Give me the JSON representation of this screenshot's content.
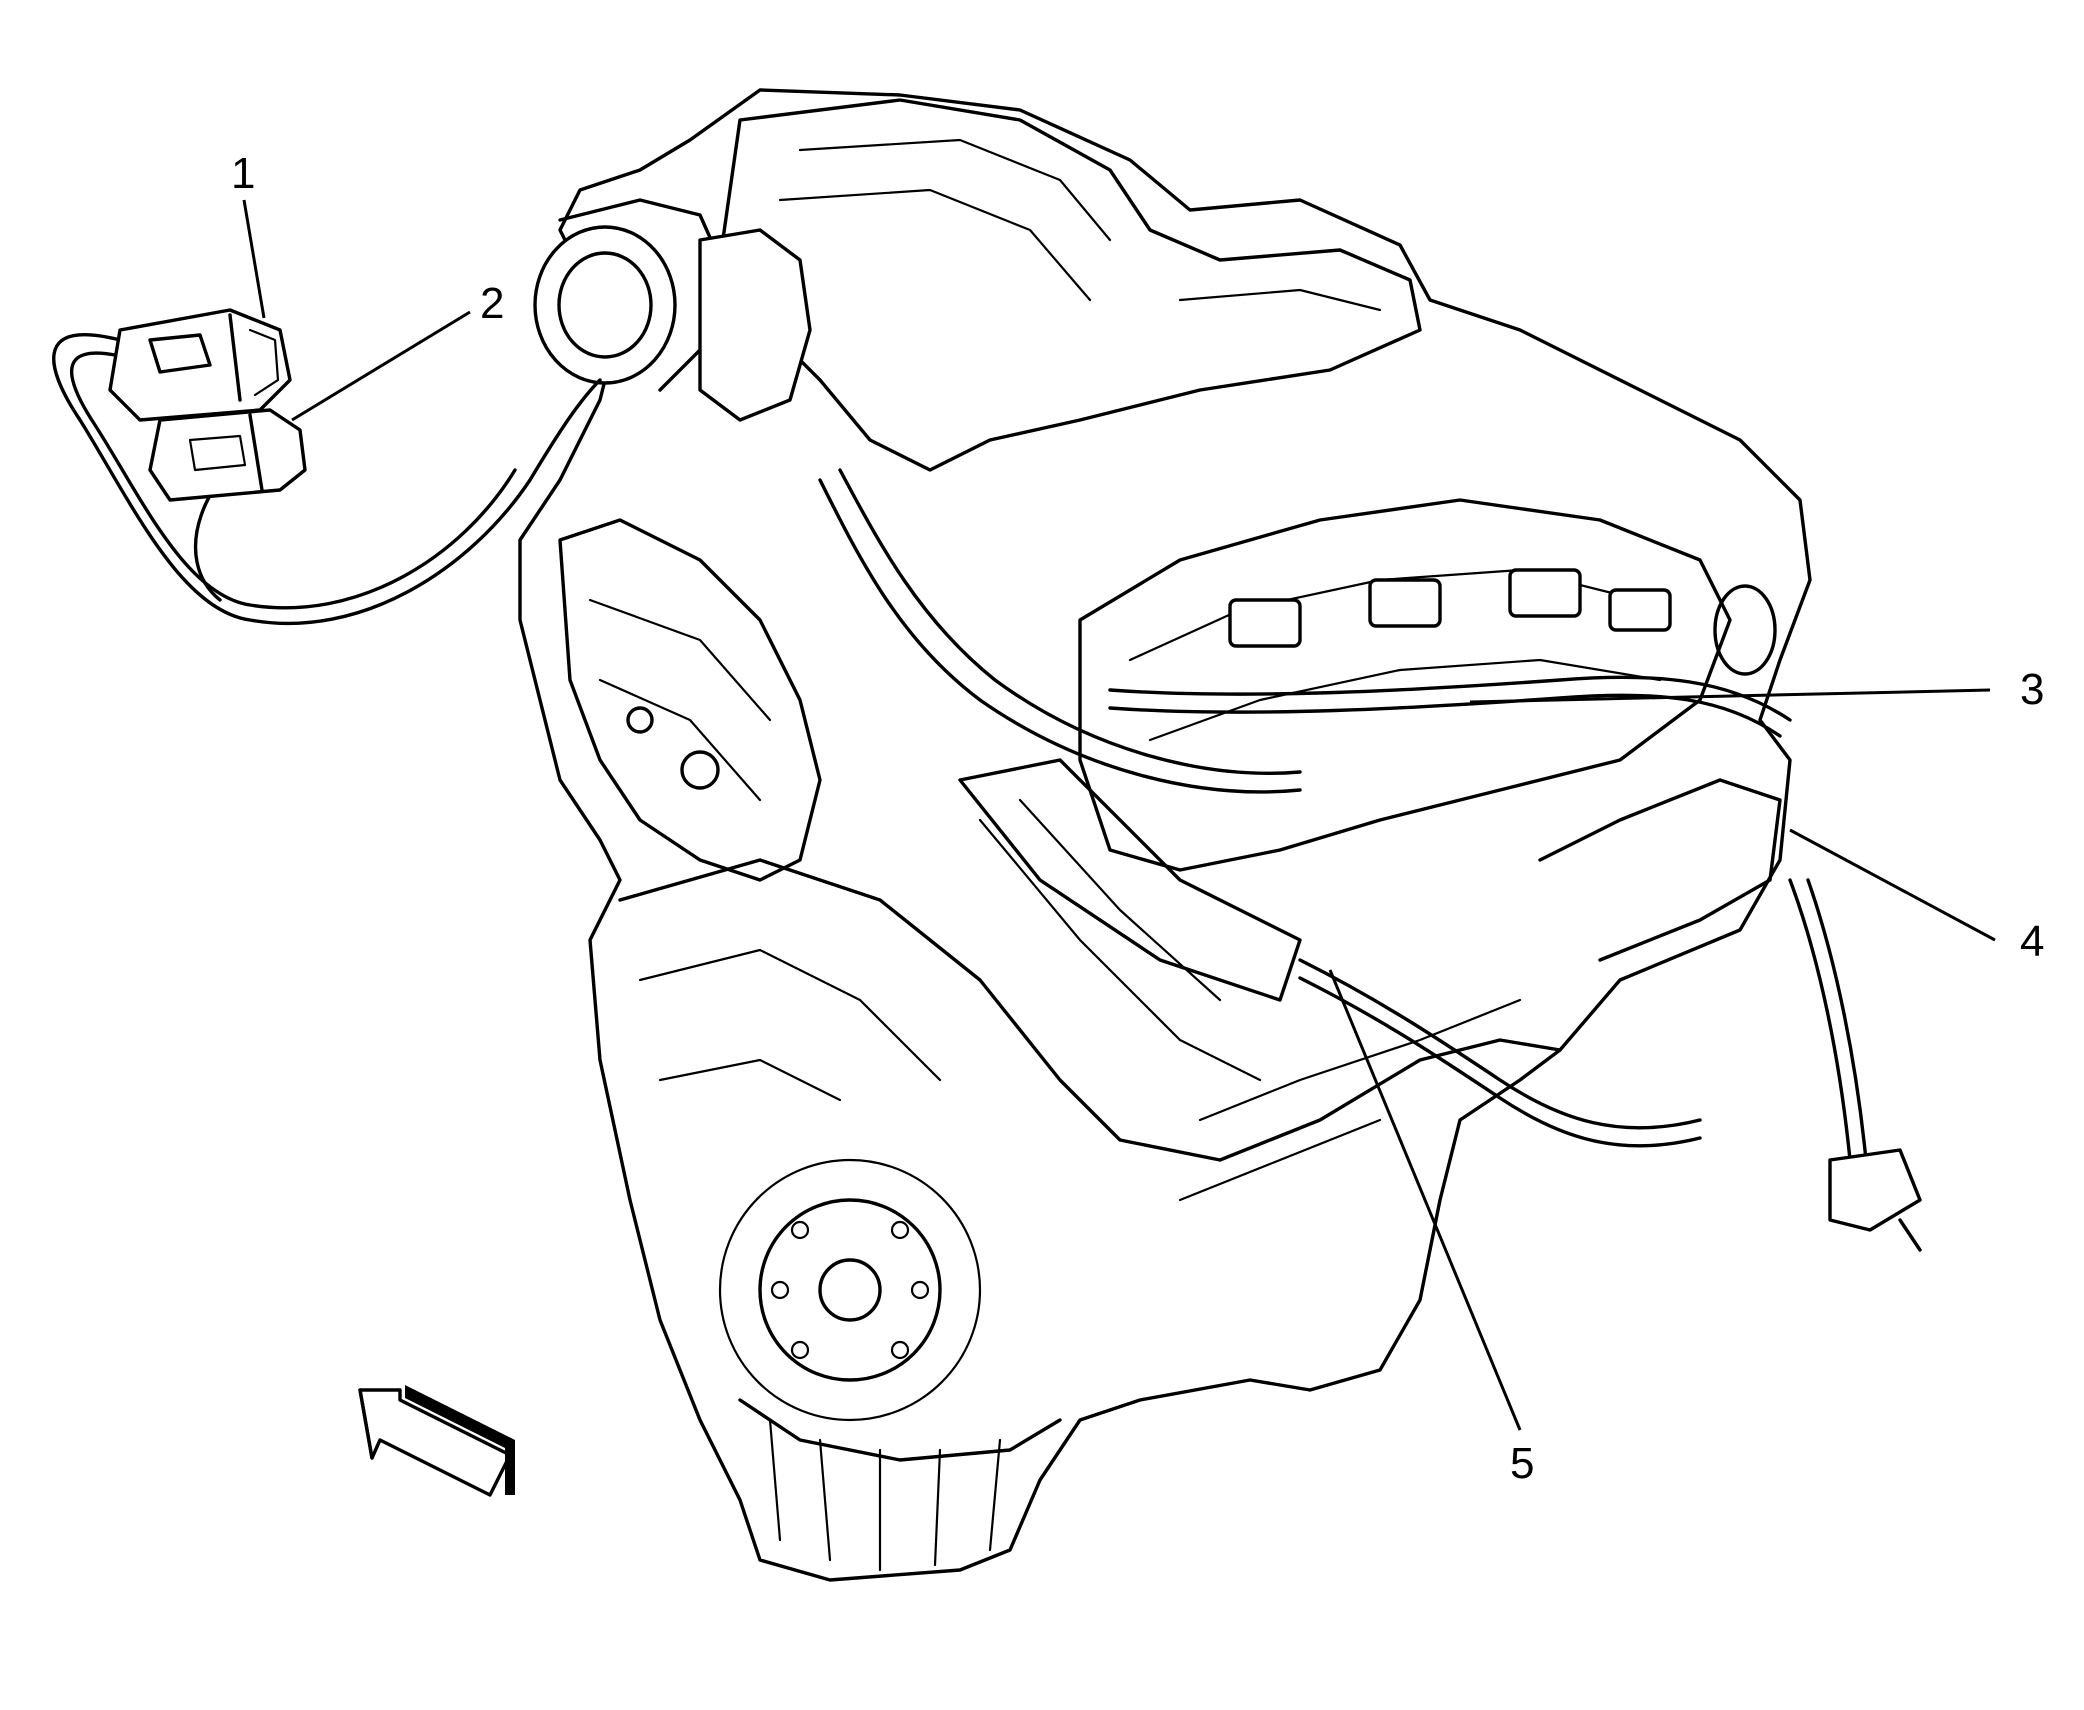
{
  "callouts": [
    {
      "id": "1",
      "label": "1",
      "part": "connector-1"
    },
    {
      "id": "2",
      "label": "2",
      "part": "connector-2"
    },
    {
      "id": "3",
      "label": "3",
      "part": "harness-3"
    },
    {
      "id": "4",
      "label": "4",
      "part": "harness-4"
    },
    {
      "id": "5",
      "label": "5",
      "part": "harness-5"
    }
  ],
  "colors": {
    "ink": "#000000",
    "background": "#ffffff"
  },
  "icons": {
    "direction": "view-direction-arrow-icon"
  }
}
